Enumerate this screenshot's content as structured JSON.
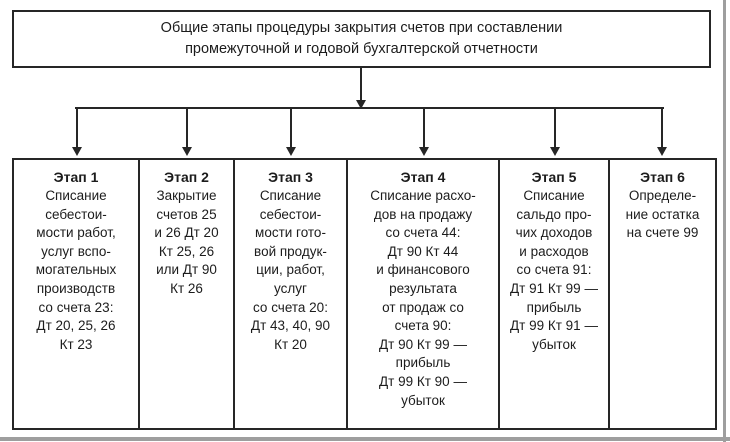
{
  "title": "Общие этапы процедуры закрытия счетов при составлении\nпромежуточной и годовой бухгалтерской отчетности",
  "stages": [
    {
      "label": "Этап 1",
      "body": "Списание\nсебестои-\nмости работ,\nуслуг вспо-\nмогательных\nпроизводств\nсо счета 23:\nДт 20, 25, 26\nКт 23"
    },
    {
      "label": "Этап 2",
      "body": "Закрытие\nсчетов 25\nи 26 Дт 20\nКт 25, 26\nили Дт 90\nКт 26"
    },
    {
      "label": "Этап 3",
      "body": "Списание\nсебестои-\nмости гото-\nвой продук-\nции, работ,\nуслуг\nсо счета 20:\nДт 43, 40, 90\nКт 20"
    },
    {
      "label": "Этап 4",
      "body": "Списание расхо-\nдов на продажу\nсо счета 44:\nДт 90 Кт 44\nи финансового\nрезультата\nот продаж со\nсчета 90:\nДт 90 Кт 99 —\nприбыль\nДт 99 Кт 90 —\nубыток"
    },
    {
      "label": "Этап 5",
      "body": "Списание\nсальдо про-\nчих доходов\nи расходов\nсо счета 91:\nДт 91 Кт 99 —\nприбыль\nДт 99 Кт 91 —\nубыток"
    },
    {
      "label": "Этап 6",
      "body": "Определе-\nние остатка\nна счете 99"
    }
  ],
  "colors": {
    "border": "#262626",
    "text": "#1c1c1c",
    "background": "#ffffff",
    "page_edge": "#9e9e9e"
  }
}
